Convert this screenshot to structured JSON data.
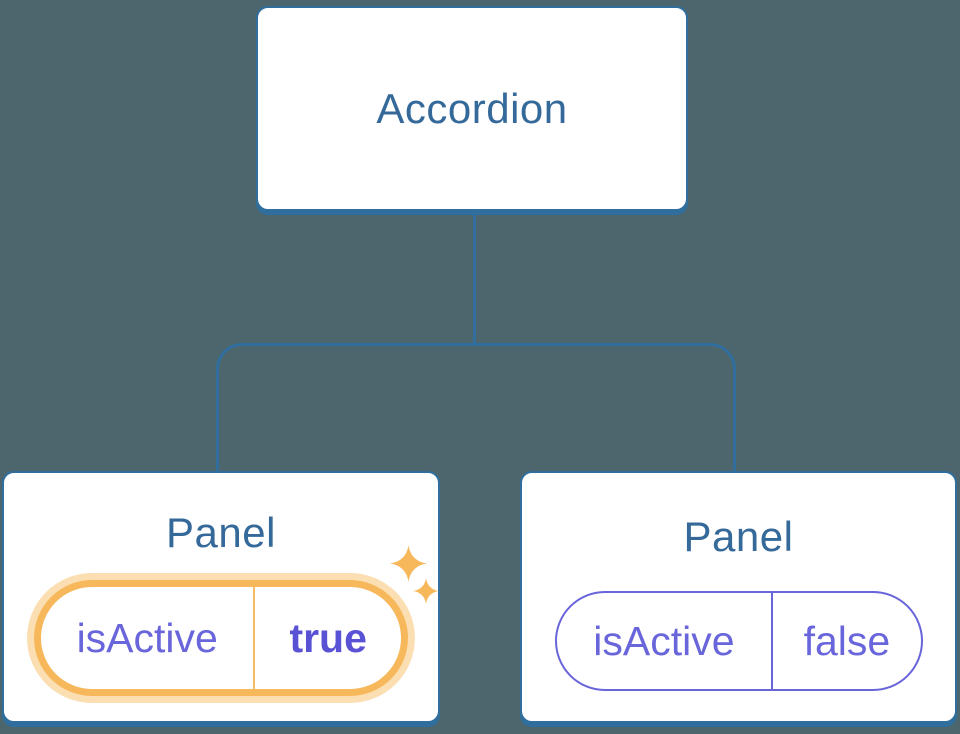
{
  "colors": {
    "background": "#4D666E",
    "blue_line": "#2F6E9D",
    "blue_text": "#34699A",
    "orange": "#F7B85C",
    "orange_glow": "#FBDFB3",
    "orange_divider": "#F5BC66",
    "purple": "#6965DA",
    "purple_bold": "#5A52D5",
    "box_bg": "#FFFFFF"
  },
  "diagram": {
    "root": {
      "label": "Accordion"
    },
    "panels": [
      {
        "label": "Panel",
        "prop_name": "isActive",
        "prop_value": "true",
        "state": "active",
        "badge_icon": "sparkles"
      },
      {
        "label": "Panel",
        "prop_name": "isActive",
        "prop_value": "false",
        "state": "inactive"
      }
    ]
  }
}
